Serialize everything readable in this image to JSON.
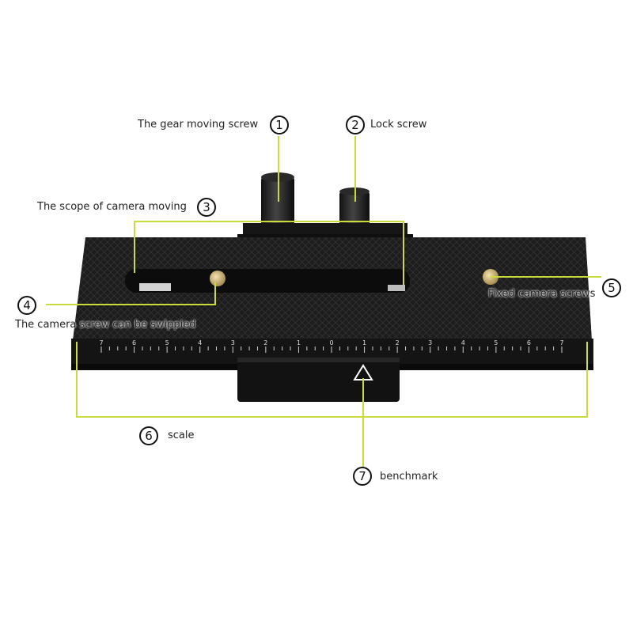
{
  "callouts": [
    {
      "number": "1",
      "text": "The gear moving screw"
    },
    {
      "number": "2",
      "text": "Lock screw"
    },
    {
      "number": "3",
      "text": "The scope of camera moving"
    },
    {
      "number": "4",
      "text": "The camera screw can be swippied"
    },
    {
      "number": "5",
      "text": "Fixed camera screws"
    },
    {
      "number": "6",
      "text": "scale"
    },
    {
      "number": "7",
      "text": "benchmark"
    }
  ],
  "scale_numbers": [
    "7",
    "6",
    "5",
    "4",
    "3",
    "2",
    "1",
    "0",
    "1",
    "2",
    "3",
    "4",
    "5",
    "6",
    "7"
  ],
  "colors": {
    "callout_line": "#c9dc3c",
    "plate": "#1b1b1b",
    "scale_text": "#dddddd"
  }
}
